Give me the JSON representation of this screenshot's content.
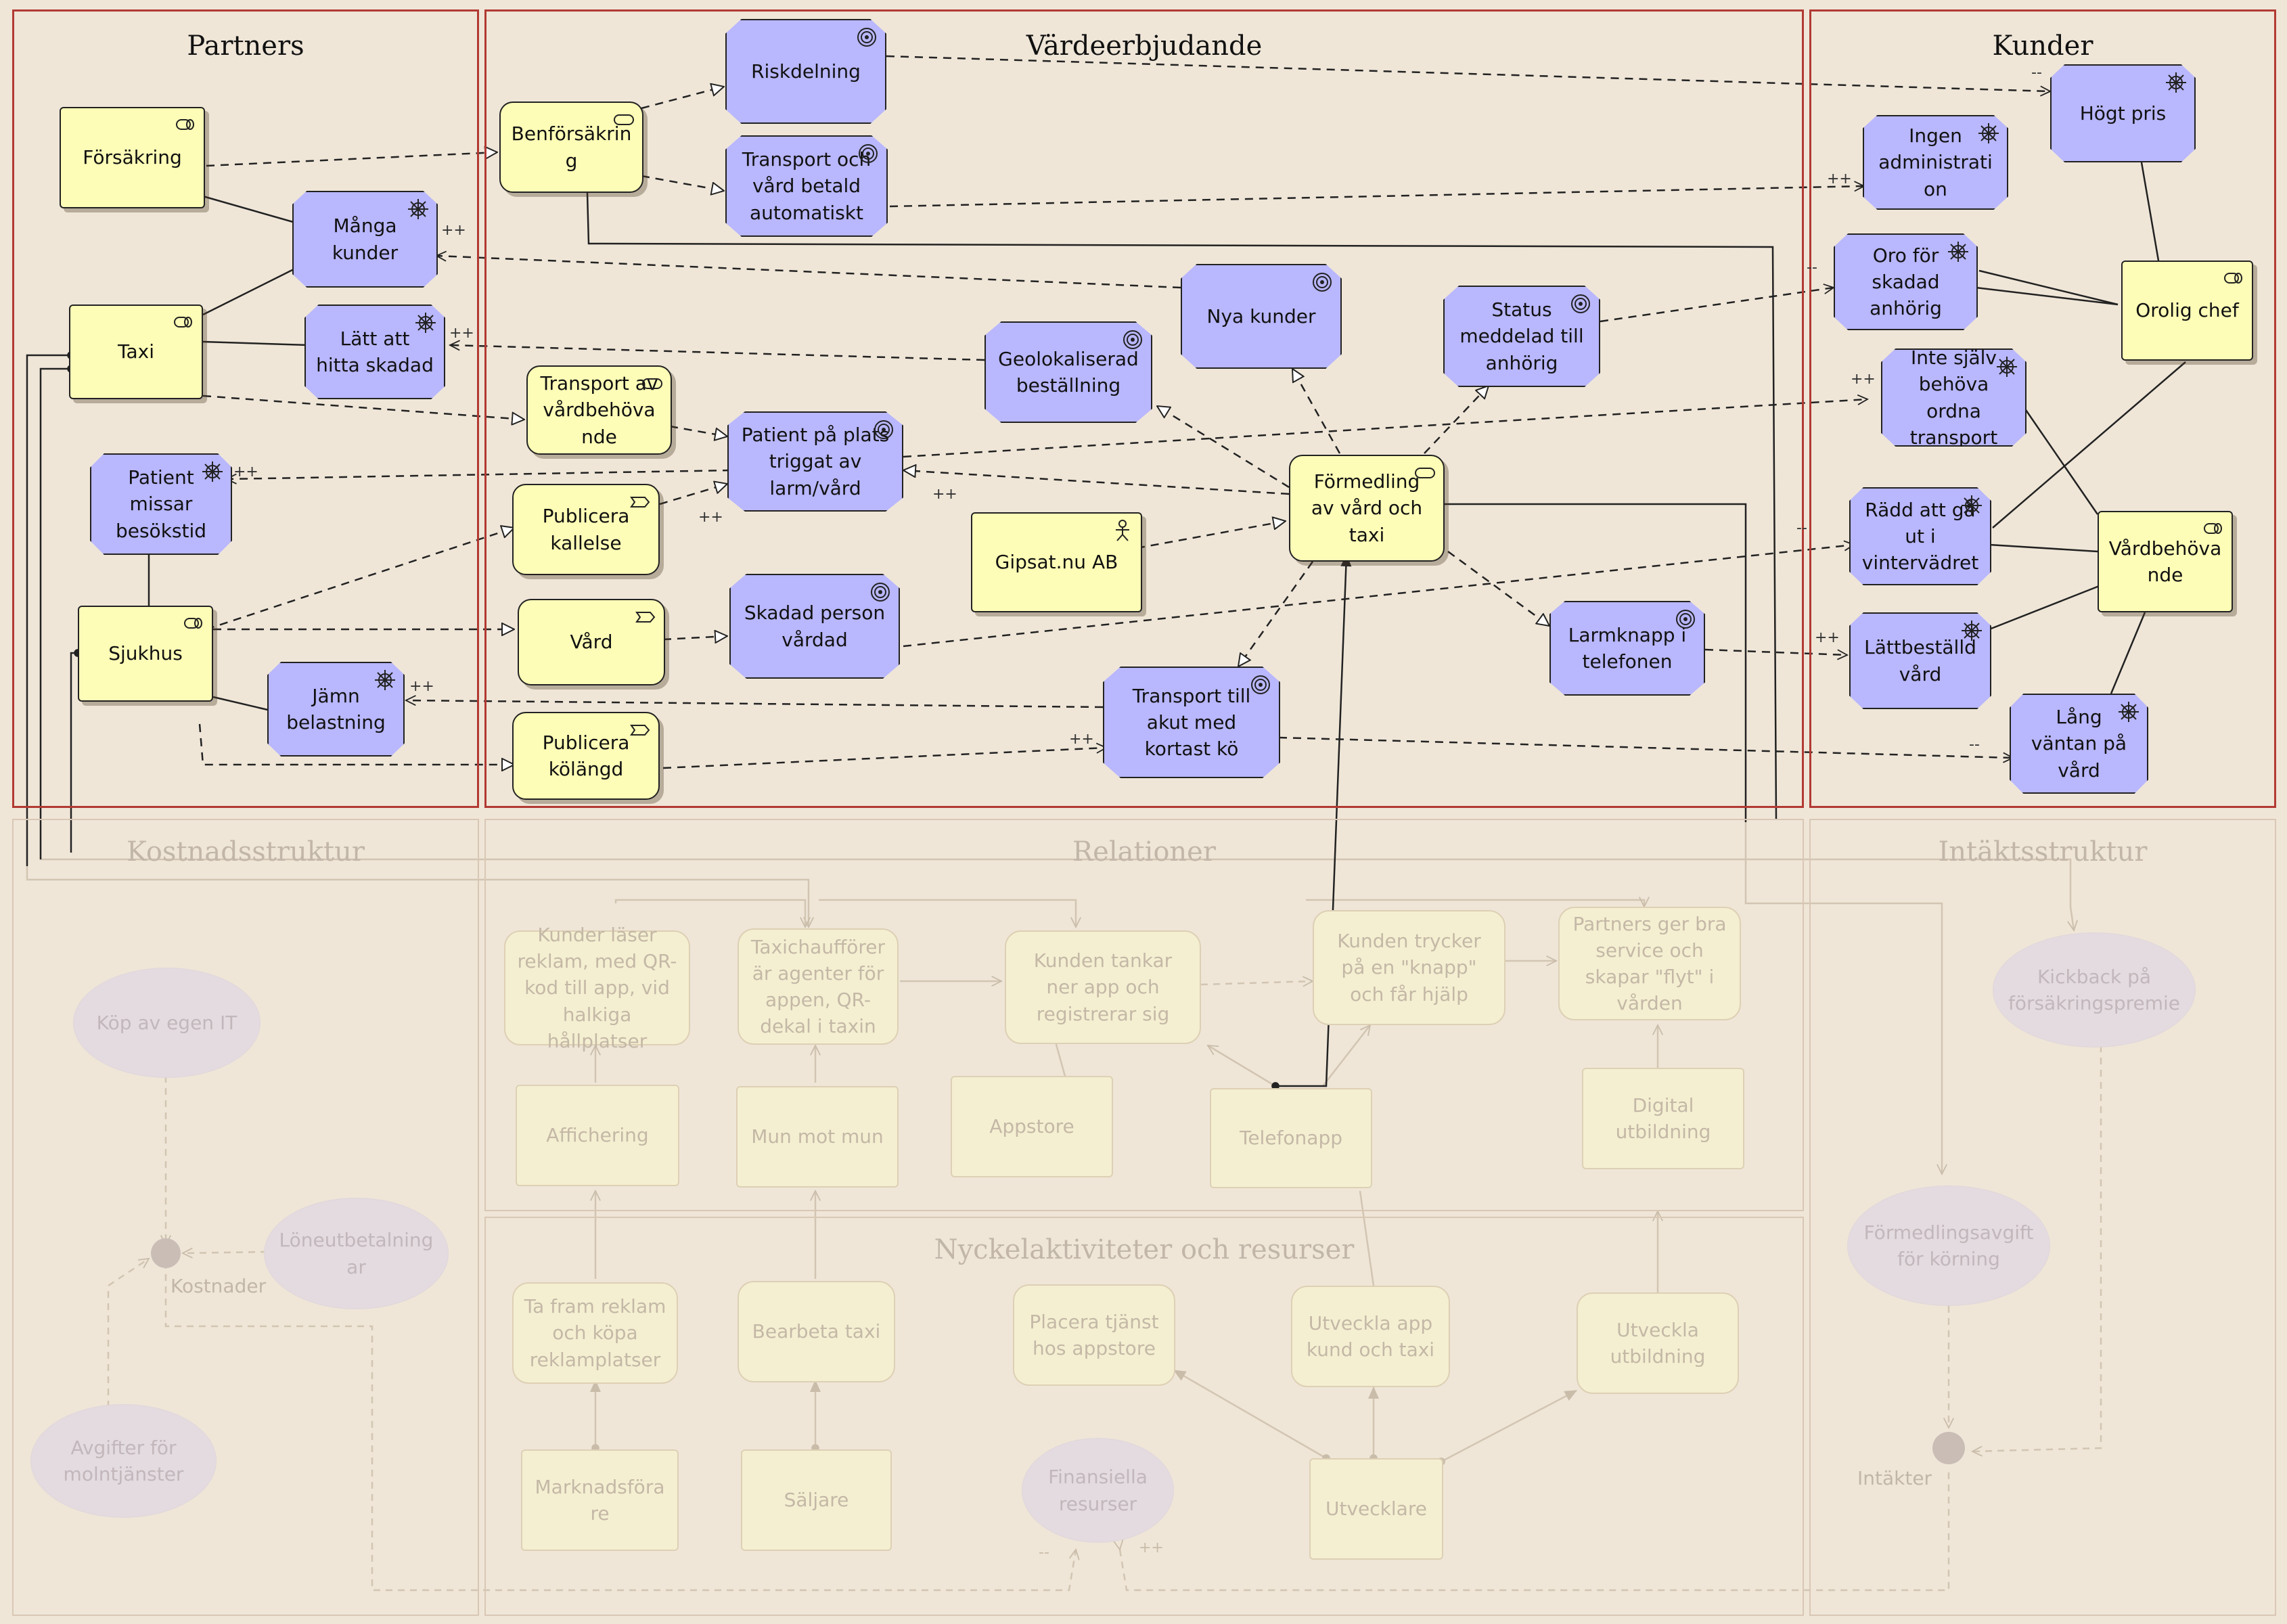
{
  "panels": {
    "partners": "Partners",
    "value": "Värdeerbjudande",
    "customers": "Kunder",
    "cost": "Kostnadsstruktur",
    "relations": "Relationer",
    "revenue": "Intäktsstruktur",
    "activities": "Nyckelaktiviteter och resurser"
  },
  "nodes": {
    "forsakring": "Försäkring",
    "taxi": "Taxi",
    "sjukhus": "Sjukhus",
    "manga_kunder": "Många kunder",
    "latt_hitta": "Lätt att hitta skadad",
    "patient_missar": "Patient missar besökstid",
    "jamn": "Jämn belastning",
    "benforsakring": "Benförsäkring",
    "transport_vardbehovande": "Transport av vårdbehövande",
    "publicera_kallelse": "Publicera kallelse",
    "vard": "Vård",
    "publicera_kolangd": "Publicera kölängd",
    "riskdelning": "Riskdelning",
    "transport_betald": "Transport och vård betald automatiskt",
    "patient_plats": "Patient på plats triggat av larm/vård",
    "skadad_vardad": "Skadad person vårdad",
    "geolokaliserad": "Geolokaliserad beställning",
    "nya_kunder": "Nya kunder",
    "status_meddelad": "Status meddelad till anhörig",
    "gipsat": "Gipsat.nu AB",
    "formedling": "Förmedling av vård och taxi",
    "transport_akut": "Transport till akut med kortast kö",
    "larmknapp": "Larmknapp i telefonen",
    "hogt_pris": "Högt pris",
    "ingen_admin": "Ingen administration",
    "oro": "Oro för skadad anhörig",
    "orolig_chef": "Orolig chef",
    "inte_sjalv": "Inte själv behöva ordna transport",
    "radd": "Rädd att gå ut i vintervädret",
    "vardbehovande": "Vårdbehövande",
    "lattbestalld": "Lättbeställd vård",
    "lang_vantan": "Lång väntan på vård",
    "kunder_laser": "Kunder läser reklam, med QR-kod till app, vid halkiga hållplatser",
    "taxichaufforer": "Taxichaufförer är agenter för appen, QR-dekal i taxin",
    "kunden_tankar": "Kunden tankar ner app och registrerar sig",
    "kunden_trycker": "Kunden trycker på en \"knapp\" och får hjälp",
    "partners_ger": "Partners ger bra service och skapar \"flyt\" i vården",
    "affichering": "Affichering",
    "mun_mot_mun": "Mun mot mun",
    "appstore": "Appstore",
    "telefonapp": "Telefonapp",
    "digital_utb": "Digital utbildning",
    "ta_fram": "Ta fram reklam och köpa reklamplatser",
    "bearbeta": "Bearbeta taxi",
    "placera": "Placera tjänst hos appstore",
    "utveckla_app": "Utveckla app kund och taxi",
    "utveckla_utb": "Utveckla utbildning",
    "marknadsforare": "Marknadsförare",
    "saljare": "Säljare",
    "finansiella": "Finansiella resurser",
    "utvecklare": "Utvecklare",
    "kop_it": "Köp av egen IT",
    "loneutbetalningar": "Löneutbetalningar",
    "avgifter": "Avgifter för molntjänster",
    "kickback": "Kickback på försäkringspremie",
    "formedlingsavgift": "Förmedlingsavgift för körning"
  },
  "labels": {
    "kostnader": "Kostnader",
    "intakter": "Intäkter"
  },
  "marks": {
    "plus": "++",
    "minus": "--"
  },
  "colors": {
    "panel_border": "#b23a33",
    "yellow": "#fdfdb7",
    "blue": "#b9b7fd",
    "faded": "#f5efd2",
    "ellipse": "#e3dbe0",
    "background": "#efe6d8"
  }
}
